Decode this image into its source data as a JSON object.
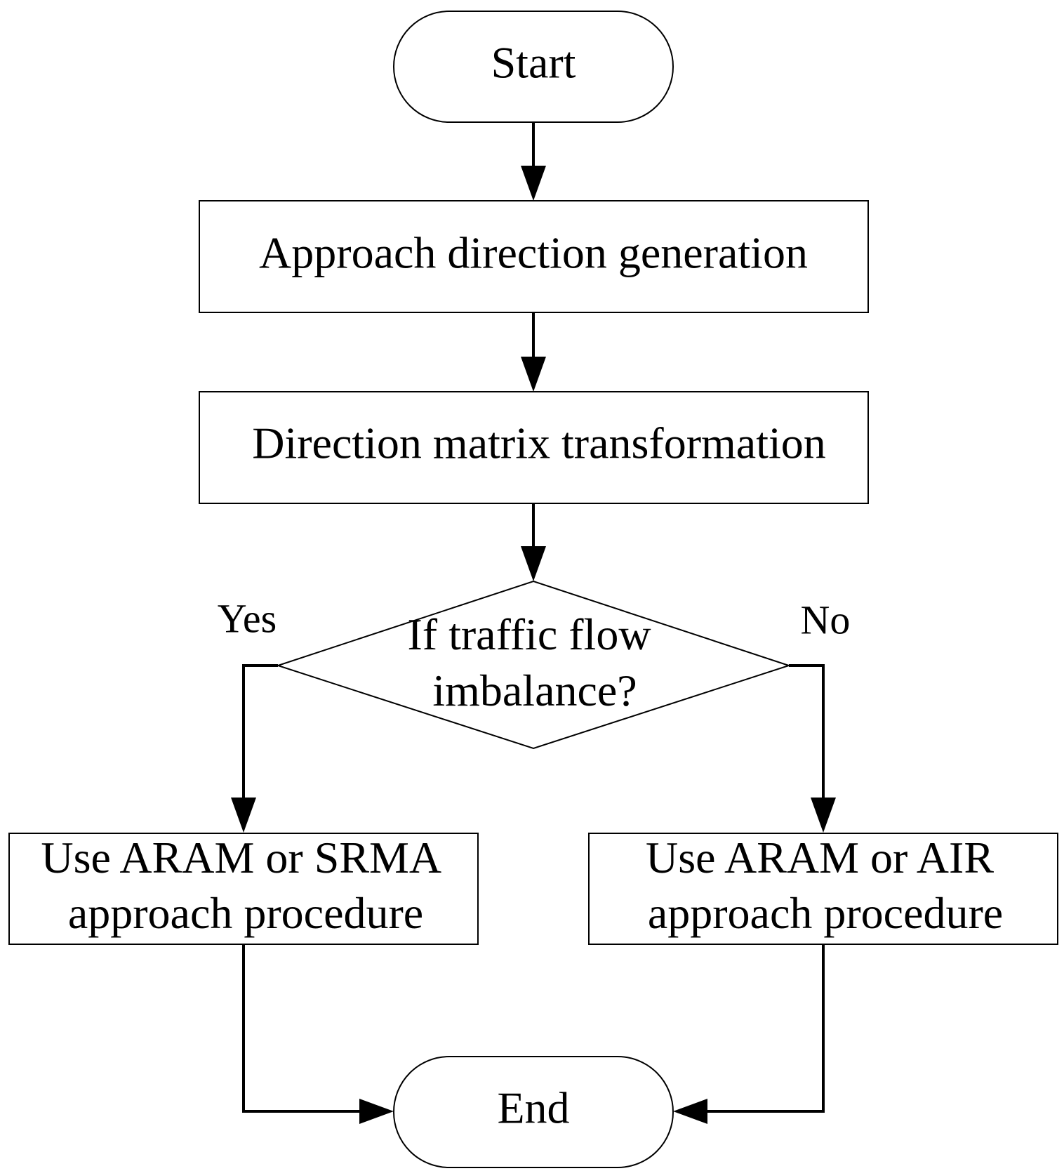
{
  "nodes": {
    "start": {
      "label": "Start"
    },
    "approach": {
      "label": "Approach direction generation"
    },
    "matrix": {
      "label": "Direction matrix transformation"
    },
    "decision": {
      "lines": [
        "If traffic flow",
        "imbalance?"
      ]
    },
    "yes_action": {
      "lines": [
        "Use ARAM or SRMA",
        "approach procedure"
      ]
    },
    "no_action": {
      "lines": [
        "Use ARAM or AIR",
        "approach procedure"
      ]
    },
    "end": {
      "label": "End"
    }
  },
  "branches": {
    "yes": "Yes",
    "no": "No"
  },
  "colors": {
    "stroke": "#000000",
    "fill": "#ffffff",
    "text": "#000000"
  }
}
